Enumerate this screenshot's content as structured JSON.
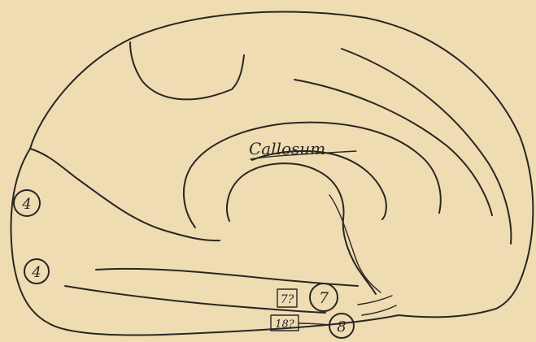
{
  "labels": {
    "callosum": "Callosum",
    "area_4_upper": "4",
    "area_4_lower": "4",
    "area_7_query": "7?",
    "area_7": "7",
    "area_18_query": "18?",
    "area_8": "8"
  }
}
